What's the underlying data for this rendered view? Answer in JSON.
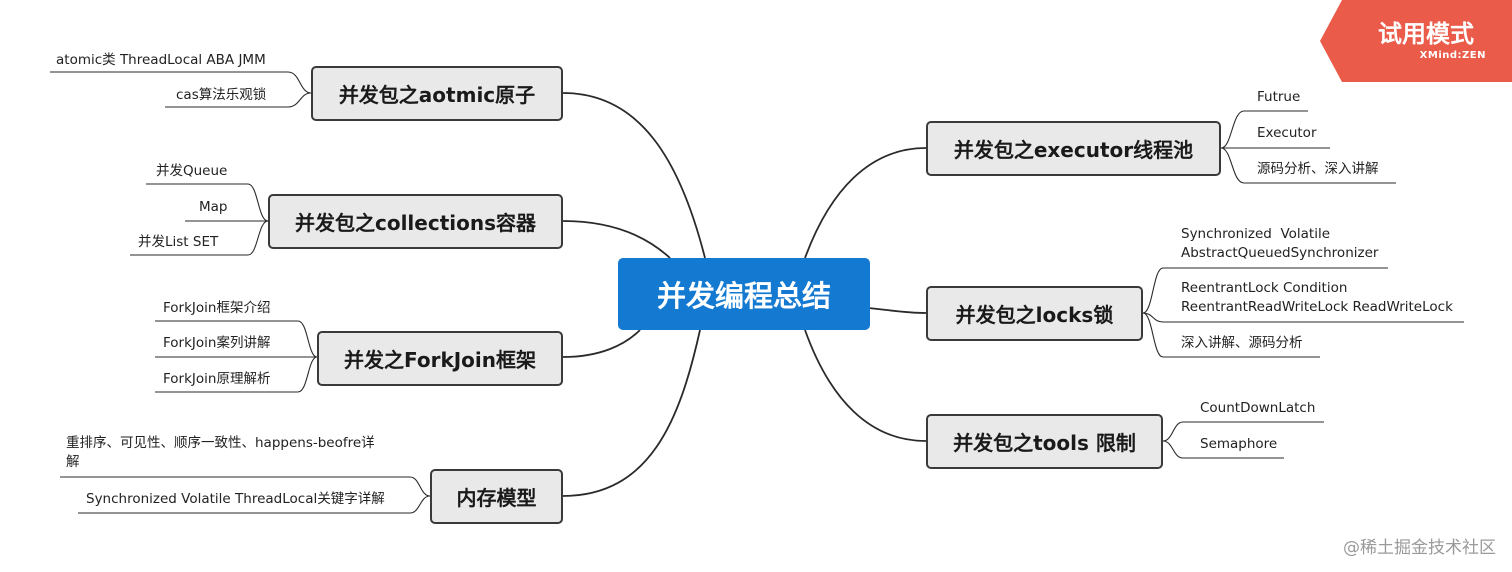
{
  "central": "并发编程总结",
  "branches": {
    "atomic": {
      "label": "并发包之aotmic原子",
      "children": [
        "atomic类 ThreadLocal ABA JMM",
        "cas算法乐观锁"
      ]
    },
    "collections": {
      "label": "并发包之collections容器",
      "children": [
        "并发Queue",
        "Map",
        "并发List SET"
      ]
    },
    "forkjoin": {
      "label": "并发之ForkJoin框架",
      "children": [
        "ForkJoin框架介绍",
        "ForkJoin案列讲解",
        "ForkJoin原理解析"
      ]
    },
    "memory": {
      "label": "内存模型",
      "children": [
        "重排序、可见性、顺序一致性、happens-beofre详",
        "解",
        "Synchronized Volatile ThreadLocal关键字详解"
      ]
    },
    "executor": {
      "label": "并发包之executor线程池",
      "children": [
        "Futrue",
        "Executor",
        "源码分析、深入讲解"
      ]
    },
    "locks": {
      "label": "并发包之locks锁",
      "children": [
        "Synchronized  Volatile",
        "AbstractQueuedSynchronizer",
        "ReentrantLock Condition",
        "ReentrantReadWriteLock ReadWriteLock",
        "深入讲解、源码分析"
      ]
    },
    "tools": {
      "label": "并发包之tools 限制",
      "children": [
        "CountDownLatch",
        "Semaphore"
      ]
    }
  },
  "badge": {
    "title": "试用模式",
    "subtitle": "XMind:ZEN"
  },
  "watermark": "@稀土掘金技术社区",
  "colors": {
    "central": "#1479d1",
    "node_fill": "#e9e9e9",
    "node_border": "#3a3a3a",
    "line": "#2a2a2a",
    "badge": "#ea5b4a"
  }
}
